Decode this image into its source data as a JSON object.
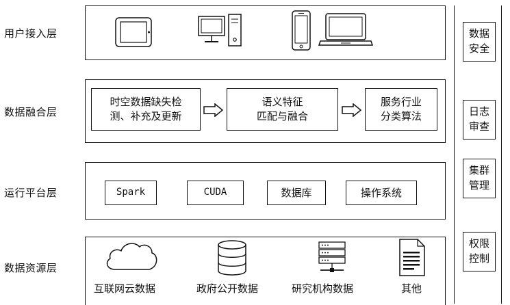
{
  "layers": {
    "access": "用户接入层",
    "fusion": "数据融合层",
    "platform": "运行平台层",
    "resource": "数据资源层"
  },
  "fusion_boxes": {
    "b1_line1": "时空数据缺失检",
    "b1_line2": "测、补充及更新",
    "b2_line1": "语义特征",
    "b2_line2": "匹配与融合",
    "b3_line1": "服务行业",
    "b3_line2": "分类算法"
  },
  "platform_boxes": {
    "spark": "Spark",
    "cuda": "CUDA",
    "db": "数据库",
    "os": "操作系统"
  },
  "resources": {
    "internet": "互联网云数据",
    "gov": "政府公开数据",
    "research": "研究机构数据",
    "other": "其他"
  },
  "side": {
    "security_l1": "数据",
    "security_l2": "安全",
    "audit_l1": "日志",
    "audit_l2": "审查",
    "cluster_l1": "集群",
    "cluster_l2": "管理",
    "access_l1": "权限",
    "access_l2": "控制"
  },
  "icons": [
    "tablet-icon",
    "desktop-computer-icon",
    "smartphone-icon",
    "laptop-icon",
    "cloud-icon",
    "database-icon",
    "server-icon",
    "document-icon",
    "arrow-right-icon"
  ]
}
